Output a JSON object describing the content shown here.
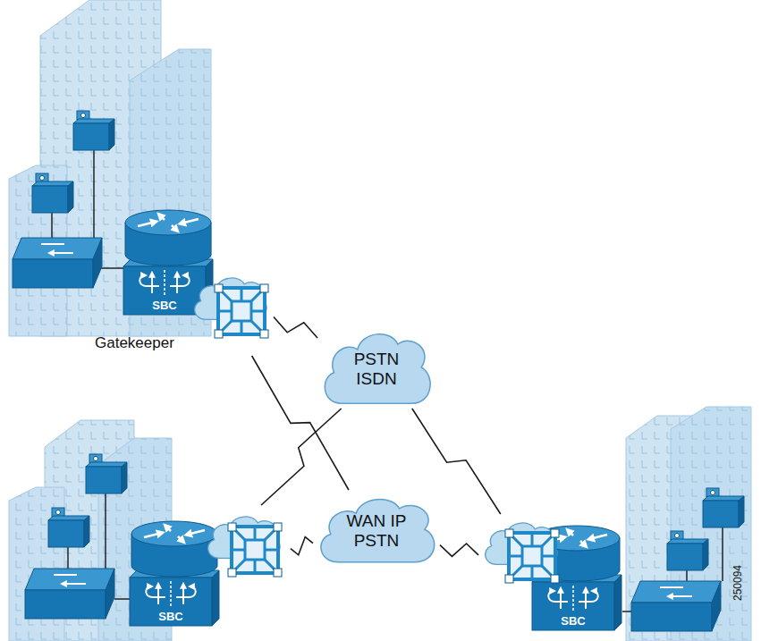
{
  "diagram": {
    "nodes": [
      {
        "text": [
          "SBC"
        ]
      },
      {
        "text": [
          "PSTN ISDN"
        ]
      },
      {
        "text": [
          "WAN IP PSTN"
        ]
      },
      {
        "text": [
          "SBC"
        ]
      },
      {
        "text": [
          "SBC"
        ]
      }
    ],
    "edges": [
      {
        "from": 0,
        "to": 1,
        "arrow": "none"
      },
      {
        "from": 0,
        "to": 2,
        "arrow": "none"
      },
      {
        "from": 3,
        "to": 1,
        "arrow": "none"
      },
      {
        "from": 3,
        "to": 2,
        "arrow": "none"
      },
      {
        "from": 4,
        "to": 1,
        "arrow": "none"
      },
      {
        "from": 4,
        "to": 2,
        "arrow": "none"
      }
    ],
    "labels": [
      "Gatekeeper",
      "250094"
    ]
  }
}
